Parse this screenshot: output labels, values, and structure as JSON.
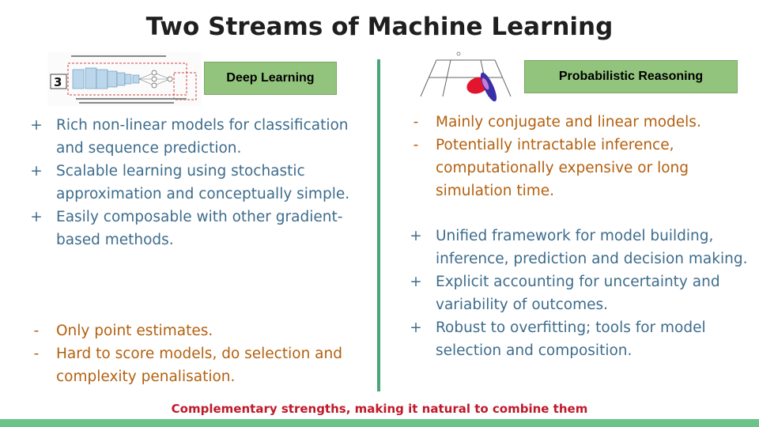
{
  "slide": {
    "title": "Two Streams of Machine Learning",
    "footer": "Complementary strengths, making it natural to combine them"
  },
  "left": {
    "label": "Deep Learning",
    "figure_number": "3",
    "pros": [
      {
        "mark": "+",
        "text": "Rich non-linear models for classification and sequence prediction."
      },
      {
        "mark": "+",
        "text": "Scalable learning using stochastic approximation and conceptually simple."
      },
      {
        "mark": "+",
        "text": "Easily composable with other gradient-based methods."
      }
    ],
    "cons": [
      {
        "mark": "-",
        "text": "Only point estimates."
      },
      {
        "mark": "-",
        "text": "Hard to score models, do selection and complexity penalisation."
      }
    ]
  },
  "right": {
    "label": "Probabilistic Reasoning",
    "cons": [
      {
        "mark": "-",
        "text": "Mainly conjugate and linear models."
      },
      {
        "mark": "-",
        "text": "Potentially intractable inference, computationally expensive or long simulation time."
      }
    ],
    "pros": [
      {
        "mark": "+",
        "text": "Unified framework for model building, inference, prediction and decision making."
      },
      {
        "mark": "+",
        "text": "Explicit accounting for uncertainty and variability of outcomes."
      },
      {
        "mark": "+",
        "text": "Robust to overfitting; tools for model selection and composition."
      }
    ]
  },
  "colors": {
    "pro_text": "#3d6c8c",
    "con_text": "#b3600f",
    "divider": "#4aa57a",
    "label_bg": "#93c47d",
    "footer_text": "#c0182a",
    "bottom_bar": "#6cc38a"
  }
}
